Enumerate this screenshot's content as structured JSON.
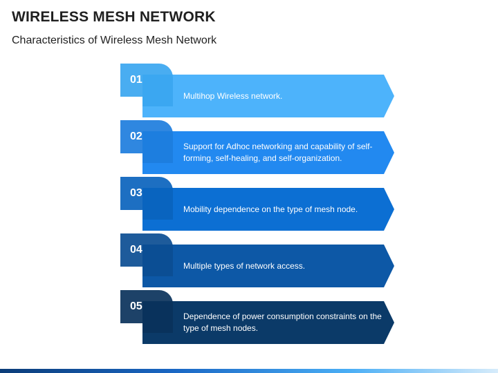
{
  "title": "WIRELESS MESH NETWORK",
  "subtitle": "Characteristics of Wireless Mesh Network",
  "items": [
    {
      "number": "01",
      "text": "Multihop Wireless network.",
      "color": "#4db3fb",
      "tab_color": "#3aa6f0"
    },
    {
      "number": "02",
      "text": "Support for Adhoc networking and capability of self-forming, self-healing, and self-organization.",
      "color": "#2289f0",
      "tab_color": "#1d7ddd"
    },
    {
      "number": "03",
      "text": "Mobility dependence on the type of mesh node.",
      "color": "#0c6fd3",
      "tab_color": "#0a63bd"
    },
    {
      "number": "04",
      "text": "Multiple types of network access.",
      "color": "#0d58a6",
      "tab_color": "#0b4d92"
    },
    {
      "number": "05",
      "text": "Dependence of power consumption constraints on the type of mesh nodes.",
      "color": "#0b3a68",
      "tab_color": "#0a325b"
    }
  ]
}
